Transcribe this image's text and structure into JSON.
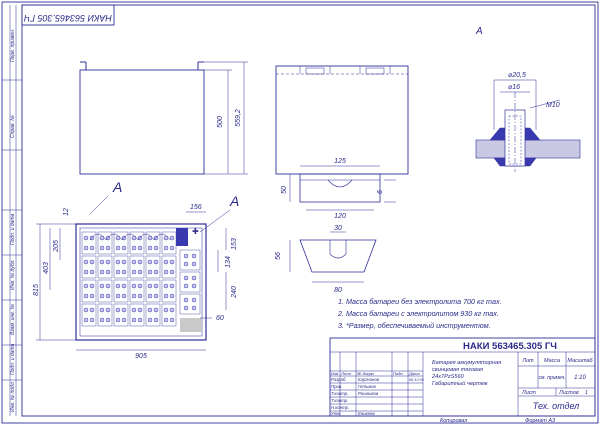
{
  "doc_code": "НАКИ 563465.305 ГЧ",
  "view_labels": {
    "view_a_title": "А",
    "arrow_a1": "А",
    "arrow_a2": "А"
  },
  "side_strip": {
    "labels": [
      "Перв. примен.",
      "Справ. №",
      "Подп. и дата",
      "Инв. № дубл.",
      "Взам. инв. №",
      "Подп. и дата",
      "Инв. № подл."
    ]
  },
  "dimensions": {
    "front_height_1": "500",
    "front_height_2": "559,2",
    "main_top": "12",
    "main_156": "156",
    "main_153": "153",
    "main_134": "134",
    "main_205": "205",
    "main_403": "403",
    "main_815": "815",
    "main_240": "240",
    "main_60": "60",
    "main_905": "905",
    "handle_125": "125",
    "handle_50": "50",
    "handle_6": "6",
    "handle_120": "120",
    "trap_30": "30",
    "trap_56": "56",
    "trap_80": "80",
    "det_d205": "⌀20,5",
    "det_d16": "⌀16",
    "det_m10": "М10"
  },
  "notes": [
    "1. Масса батареи без электролита 700 кг max.",
    "2. Масса батареи с электролитом 930 кг max.",
    "3. *Размер, обеспечиваемый инструментом."
  ],
  "title_block": {
    "code": "НАКИ 563465.305 ГЧ",
    "name_lines": [
      "Батарея аккумуляторная",
      "свинцовая тяговая",
      "24х7PzS560",
      "Габаритный чертеж"
    ],
    "col_headers": [
      "Лит",
      "Масса",
      "Масштаб"
    ],
    "mass": "см. примеч.",
    "scale": "1:10",
    "sheet_label": "Лист",
    "sheets_label": "Листов",
    "sheets_value": "1",
    "org": "Тех. отдел",
    "row_headers": [
      "Изм",
      "Лист",
      "№ докум.",
      "Подп.",
      "Дата"
    ],
    "roles": [
      "Разраб.",
      "Пров.",
      "Т.контр.",
      "Т.контр.",
      "Н.контр.",
      "Утв."
    ],
    "people": [
      "Карачанов",
      "Гетьман",
      "Рошников",
      "",
      "",
      "Еникеев"
    ],
    "date": "05.12.06"
  },
  "footer": {
    "copied": "Копировал",
    "format": "Формат   А3"
  },
  "colors": {
    "ink": "#2f2f9a",
    "cell_fill": "#d8d8ee",
    "detail_fill": "#3a3ab0"
  }
}
